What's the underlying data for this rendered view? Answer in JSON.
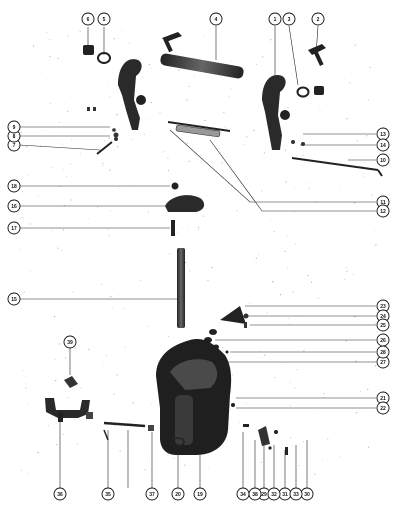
{
  "diagram": {
    "type": "exploded-parts-diagram",
    "callouts": [
      "1",
      "2",
      "3",
      "4",
      "5",
      "6",
      "7",
      "8",
      "9",
      "10",
      "11",
      "12",
      "13",
      "14",
      "15",
      "16",
      "17",
      "18",
      "19",
      "20",
      "21",
      "22",
      "23",
      "24",
      "25",
      "26",
      "27",
      "28",
      "29",
      "30",
      "31",
      "32",
      "33",
      "34",
      "35",
      "36",
      "37",
      "38",
      "39"
    ]
  }
}
